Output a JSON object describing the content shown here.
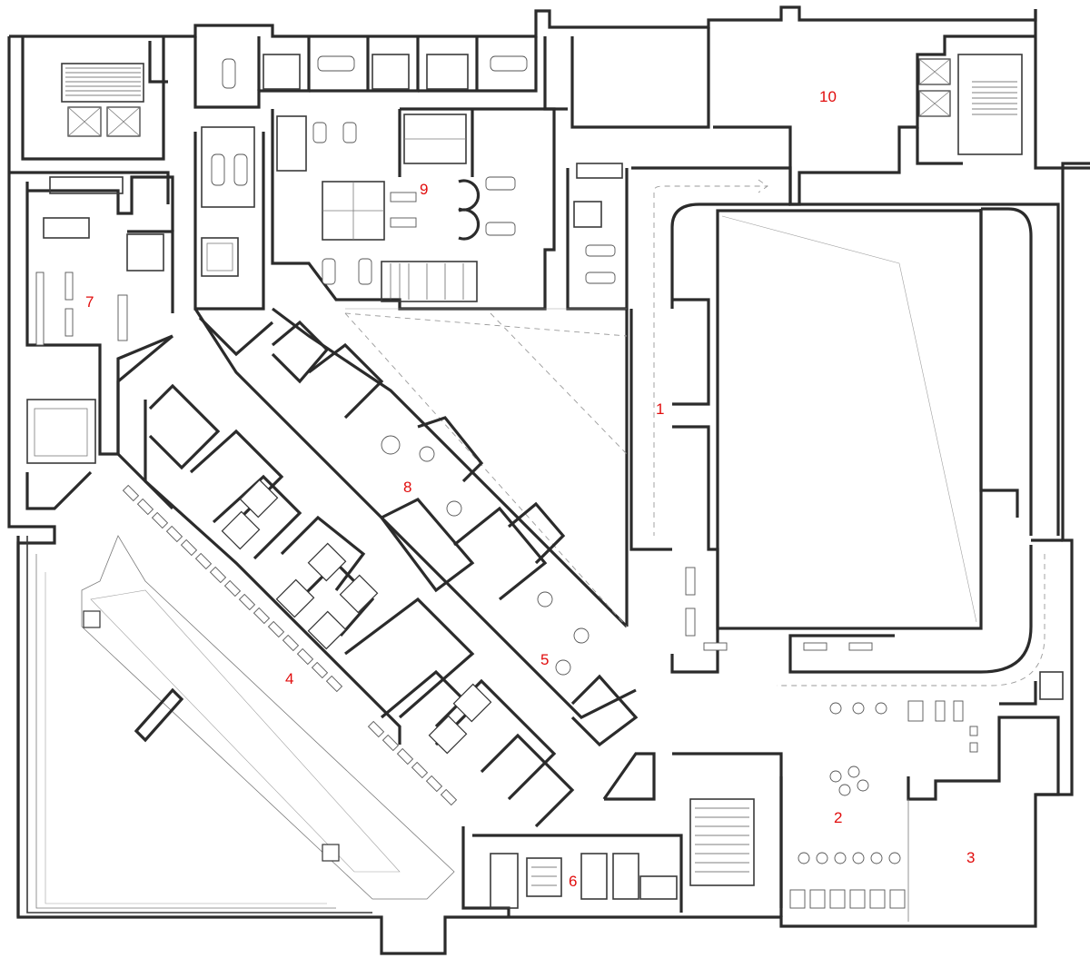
{
  "plan": {
    "room_labels": [
      {
        "id": "1",
        "text": "1"
      },
      {
        "id": "2",
        "text": "2"
      },
      {
        "id": "3",
        "text": "3"
      },
      {
        "id": "4",
        "text": "4"
      },
      {
        "id": "5",
        "text": "5"
      },
      {
        "id": "6",
        "text": "6"
      },
      {
        "id": "7",
        "text": "7"
      },
      {
        "id": "8",
        "text": "8"
      },
      {
        "id": "9",
        "text": "9"
      },
      {
        "id": "10",
        "text": "10"
      }
    ],
    "colors": {
      "label": "#e10d0d",
      "wall": "#2b2b2b",
      "background": "#ffffff"
    }
  }
}
